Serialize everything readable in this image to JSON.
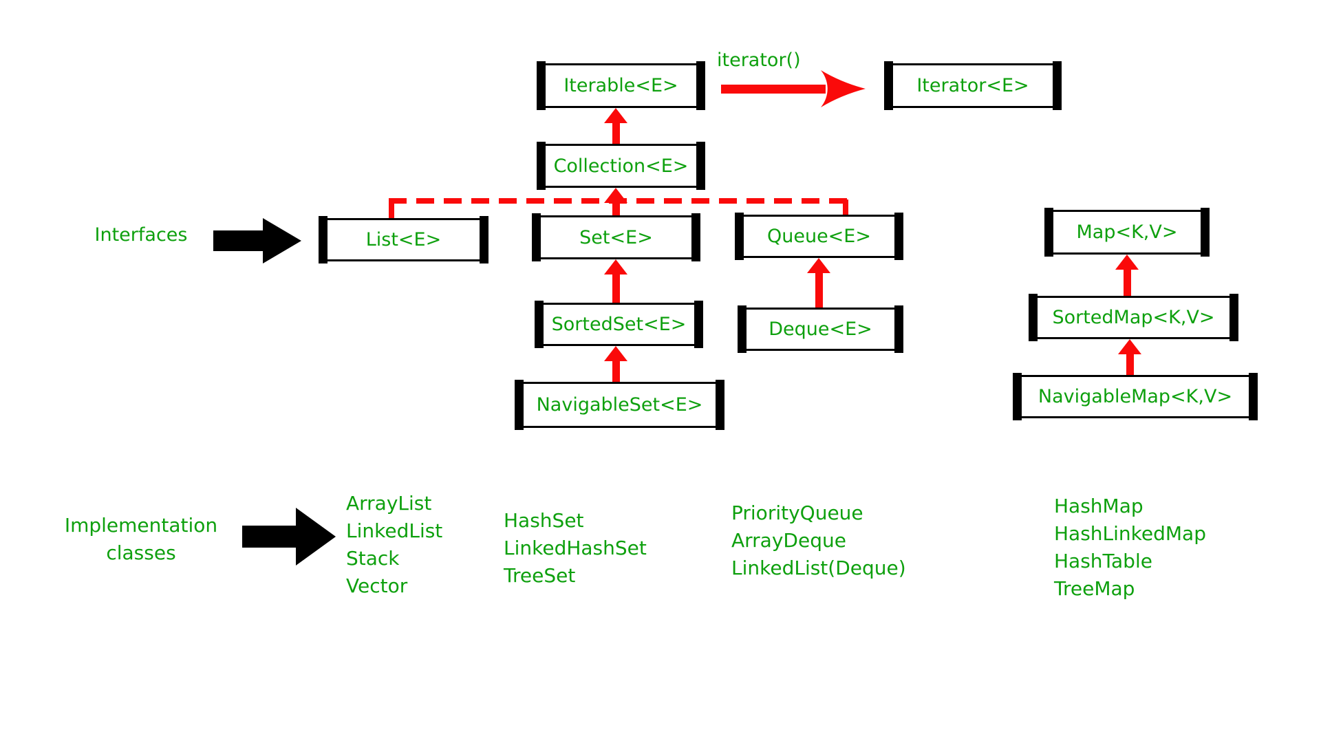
{
  "colors": {
    "green": "#0EA00E",
    "red": "#FA0A0A",
    "black": "#000000",
    "background": "#FFFFFF"
  },
  "hierarchy": {
    "iterable_label": "Iterable<E>",
    "iterator_method_label": "iterator()",
    "iterator_label": "Iterator<E>",
    "collection_label": "Collection<E>",
    "list_label": "List<E>",
    "set_label": "Set<E>",
    "queue_label": "Queue<E>",
    "map_label": "Map<K,V>",
    "sortedset_label": "SortedSet<E>",
    "deque_label": "Deque<E>",
    "sortedmap_label": "SortedMap<K,V>",
    "navigableset_label": "NavigableSet<E>",
    "navigablemap_label": "NavigableMap<K,V>"
  },
  "sections": {
    "interfaces_label": "Interfaces",
    "implementation_label_line1": "Implementation",
    "implementation_label_line2": "classes"
  },
  "implementation_classes": {
    "list": [
      "ArrayList",
      "LinkedList",
      "Stack",
      "Vector"
    ],
    "set": [
      "HashSet",
      "LinkedHashSet",
      "TreeSet"
    ],
    "queue": [
      "PriorityQueue",
      "ArrayDeque",
      "LinkedList(Deque)"
    ],
    "map": [
      "HashMap",
      "HashLinkedMap",
      "HashTable",
      "TreeMap"
    ]
  }
}
